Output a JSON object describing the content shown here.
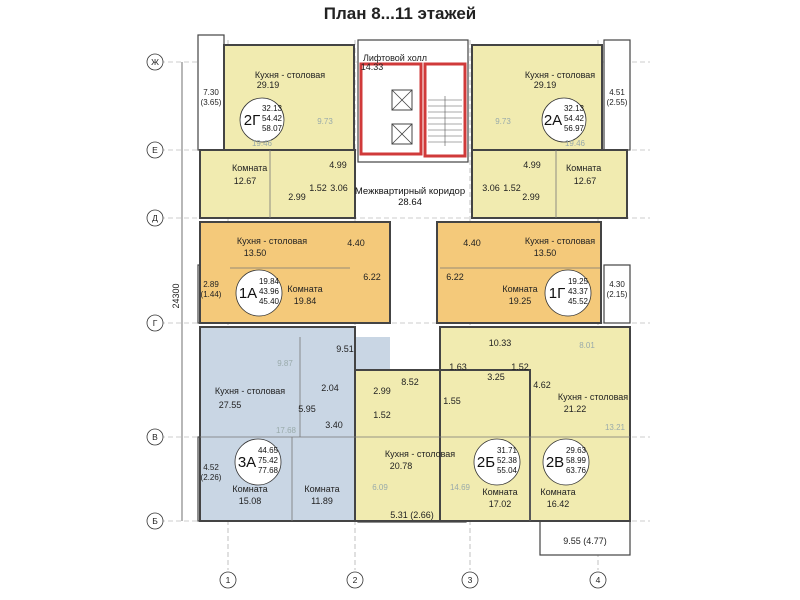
{
  "title": "План 8...11 этажей",
  "axes": {
    "rows": [
      "Ж",
      "Е",
      "Д",
      "Г",
      "В",
      "Б"
    ],
    "cols": [
      "1",
      "2",
      "3",
      "4"
    ],
    "total_dim": "24300"
  },
  "outer_dims": {
    "left_top": [
      "7.30",
      "(3.65)"
    ],
    "left_mid": [
      "2.89",
      "(1.44)"
    ],
    "left_bot": [
      "4.52",
      "(2.26)"
    ],
    "right_top": [
      "4.51",
      "(2.55)"
    ],
    "right_mid": [
      "4.30",
      "(2.15)"
    ],
    "bottom_mid": "5.31 (2.66)",
    "bottom_right": "9.55 (4.77)"
  },
  "core": {
    "hall_label": "Лифтовой холл",
    "hall_area": "14.33",
    "corridor_label": "Межквартирный коридор",
    "corridor_area": "28.64"
  },
  "apartments": {
    "a2g": {
      "code": "2Г",
      "areas": [
        "32.13",
        "54.42",
        "58.07"
      ],
      "kitchen_label": "Кухня - столовая",
      "kitchen_area": "29.19",
      "balcony": "9.73",
      "faint": "19.46",
      "room_label": "Комната",
      "room_area": "12.67",
      "hall": "4.99",
      "bath": "2.99",
      "wc": "1.52",
      "store": "3.06"
    },
    "a2a": {
      "code": "2А",
      "areas": [
        "32.13",
        "54.42",
        "56.97"
      ],
      "kitchen_label": "Кухня - столовая",
      "kitchen_area": "29.19",
      "balcony": "9.73",
      "faint": "19.46",
      "room_label": "Комната",
      "room_area": "12.67",
      "hall": "4.99",
      "bath": "2.99",
      "wc": "1.52",
      "store": "3.06"
    },
    "a1a": {
      "code": "1А",
      "areas": [
        "19.84",
        "43.96",
        "45.40"
      ],
      "kitchen_label": "Кухня - столовая",
      "kitchen_area": "13.50",
      "hall": "4.40",
      "corr": "6.22",
      "room_label": "Комната",
      "room_area": "19.84"
    },
    "a1g": {
      "code": "1Г",
      "areas": [
        "19.25",
        "43.37",
        "45.52"
      ],
      "kitchen_label": "Кухня - столовая",
      "kitchen_area": "13.50",
      "hall": "4.40",
      "corr": "6.22",
      "room_label": "Комната",
      "room_area": "19.25"
    },
    "a3a": {
      "code": "3А",
      "areas": [
        "44.65",
        "75.42",
        "77.68"
      ],
      "kitchen_label": "Кухня - столовая",
      "kitchen_area": "27.55",
      "faint_a": "9.87",
      "faint_b": "17.68",
      "hall_area": "9.51",
      "store_a": "2.04",
      "corr": "5.95",
      "store_b": "3.40",
      "room1_label": "Комната",
      "room1_area": "15.08",
      "room2_label": "Комната",
      "room2_area": "11.89"
    },
    "a2b": {
      "code": "2Б",
      "areas": [
        "31.71",
        "52.38",
        "55.04"
      ],
      "kitchen_label": "Кухня - столовая",
      "kitchen_area": "20.78",
      "hall": "8.52",
      "bath": "2.99",
      "wc": "1.52",
      "store": "1.55",
      "faint_a": "6.09",
      "faint_b": "14.69",
      "room_label": "Комната",
      "room_area": "17.02"
    },
    "a2v": {
      "code": "2В",
      "areas": [
        "29.63",
        "58.99",
        "63.76"
      ],
      "kitchen_label": "Кухня - столовая",
      "kitchen_area": "21.22",
      "hall": "10.33",
      "store_a": "1.63",
      "bath": "3.25",
      "wc": "1.52",
      "corr": "4.62",
      "faint_a": "8.01",
      "faint_b": "13.21",
      "room_label": "Комната",
      "room_area": "16.42"
    }
  },
  "colors": {
    "yellow": "#f1ebb0",
    "orange": "#f4c97a",
    "blue": "#c9d6e4",
    "core_red": "#d03a3a"
  }
}
